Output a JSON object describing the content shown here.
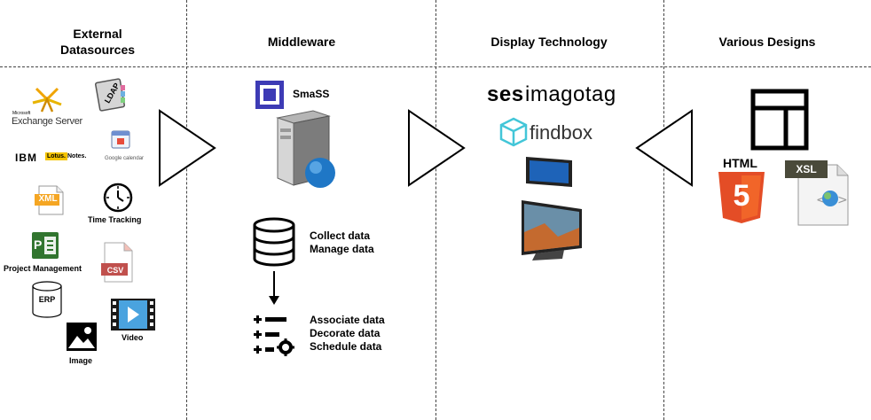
{
  "columns": {
    "external": "External\nDatasources",
    "middleware": "Middleware",
    "display": "Display Technology",
    "designs": "Various Designs"
  },
  "datasources": {
    "exchange_small": "Microsoft",
    "exchange": "Exchange Server",
    "ldap": "LDAP",
    "ibm": "IBM",
    "lotus": "Lotus.",
    "notes": "Notes.",
    "google_calendar": "Google calendar",
    "xml": "XML",
    "time_tracking": "Time Tracking",
    "project_management": "Project Management",
    "project_letter": "P",
    "csv": "CSV",
    "erp": "ERP",
    "video": "Video",
    "image": "Image"
  },
  "middleware": {
    "brand": "SmaSS",
    "collect": "Collect data",
    "manage": "Manage data",
    "associate": "Associate data",
    "decorate": "Decorate data",
    "schedule": "Schedule data"
  },
  "display": {
    "ses": "ses",
    "imagotag": "imagotag",
    "findbox": "findbox"
  },
  "designs": {
    "html": "HTML",
    "html_number": "5",
    "xsl": "XSL"
  },
  "icons": [
    "exchange-logo",
    "ldap-book-icon",
    "google-calendar-icon",
    "xml-file-icon",
    "clock-icon",
    "project-icon",
    "csv-file-icon",
    "database-icon",
    "video-icon",
    "image-icon",
    "server-icon",
    "arrow-right-icon",
    "arrow-left-icon",
    "layout-icon",
    "html5-icon",
    "xsl-file-icon",
    "tablet-icon",
    "tv-icon"
  ]
}
